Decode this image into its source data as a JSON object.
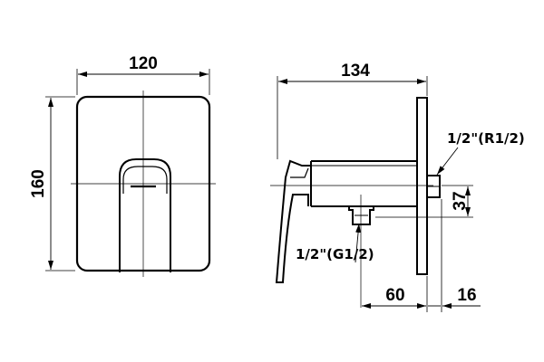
{
  "front_view": {
    "width_dim": "120",
    "height_dim": "160"
  },
  "side_view": {
    "depth_dim": "134",
    "offset_dim": "37",
    "lower_dim": "60",
    "plate_dim": "16",
    "thread_top": "1/2\"(R1/2)",
    "thread_bottom": "1/2\"(G1/2)"
  }
}
